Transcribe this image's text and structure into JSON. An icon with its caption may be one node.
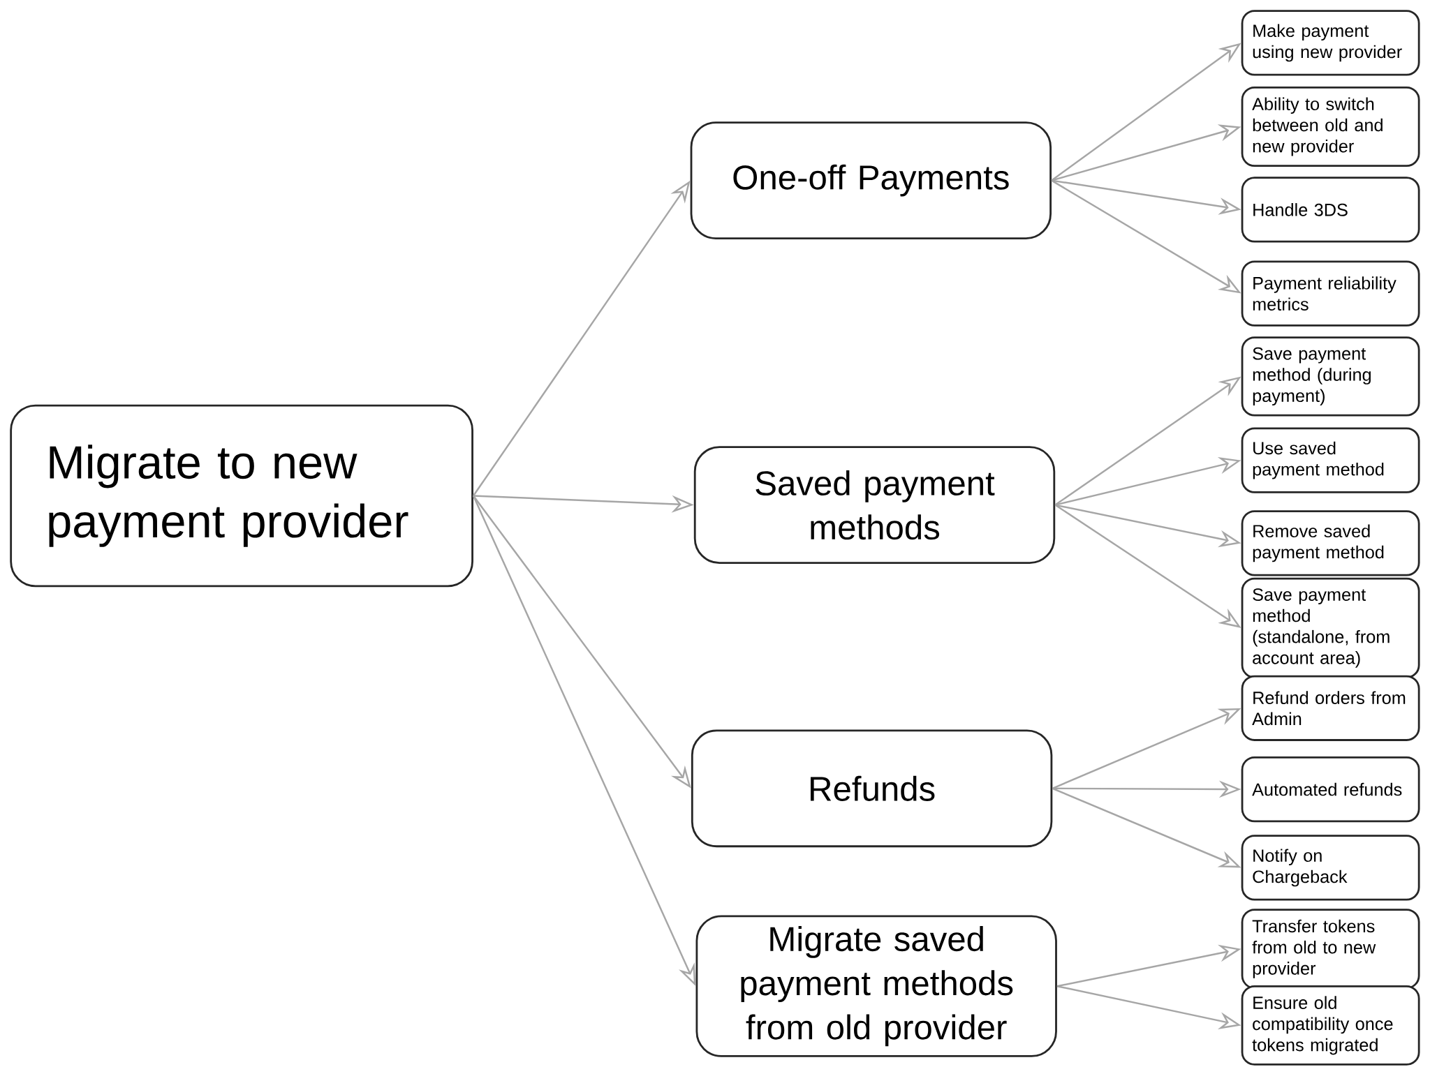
{
  "diagram": {
    "nodes": [
      {
        "text": [
          "Migrate to new payment provider"
        ]
      },
      {
        "text": [
          "One-off Payments"
        ]
      },
      {
        "text": [
          "Saved payment methods"
        ]
      },
      {
        "text": [
          "Refunds"
        ]
      },
      {
        "text": [
          "Migrate saved payment methods from old provider"
        ]
      },
      {
        "text": [
          "Make payment using new provider"
        ]
      },
      {
        "text": [
          "Ability to switch between old and new provider"
        ]
      },
      {
        "text": [
          "Handle 3DS"
        ]
      },
      {
        "text": [
          "Payment reliability metrics"
        ]
      },
      {
        "text": [
          "Save payment method (during payment)"
        ]
      },
      {
        "text": [
          "Use saved payment method"
        ]
      },
      {
        "text": [
          "Remove saved payment method"
        ]
      },
      {
        "text": [
          "Save payment method (standalone, from account area)"
        ]
      },
      {
        "text": [
          "Refund orders from Admin"
        ]
      },
      {
        "text": [
          "Automated refunds"
        ]
      },
      {
        "text": [
          "Notify on Chargeback"
        ]
      },
      {
        "text": [
          "Transfer tokens from old to new provider"
        ]
      },
      {
        "text": [
          "Ensure old compatibility once tokens migrated"
        ]
      }
    ],
    "edges": [
      {
        "from": 0,
        "to": 1,
        "arrow": "to"
      },
      {
        "from": 0,
        "to": 2,
        "arrow": "to"
      },
      {
        "from": 0,
        "to": 3,
        "arrow": "to"
      },
      {
        "from": 0,
        "to": 4,
        "arrow": "to"
      },
      {
        "from": 1,
        "to": 5,
        "arrow": "to"
      },
      {
        "from": 1,
        "to": 6,
        "arrow": "to"
      },
      {
        "from": 1,
        "to": 7,
        "arrow": "to"
      },
      {
        "from": 1,
        "to": 8,
        "arrow": "to"
      },
      {
        "from": 2,
        "to": 9,
        "arrow": "to"
      },
      {
        "from": 2,
        "to": 10,
        "arrow": "to"
      },
      {
        "from": 2,
        "to": 11,
        "arrow": "to"
      },
      {
        "from": 2,
        "to": 12,
        "arrow": "to"
      },
      {
        "from": 3,
        "to": 13,
        "arrow": "to"
      },
      {
        "from": 3,
        "to": 14,
        "arrow": "to"
      },
      {
        "from": 3,
        "to": 15,
        "arrow": "to"
      },
      {
        "from": 4,
        "to": 16,
        "arrow": "to"
      },
      {
        "from": 4,
        "to": 17,
        "arrow": "to"
      }
    ]
  }
}
